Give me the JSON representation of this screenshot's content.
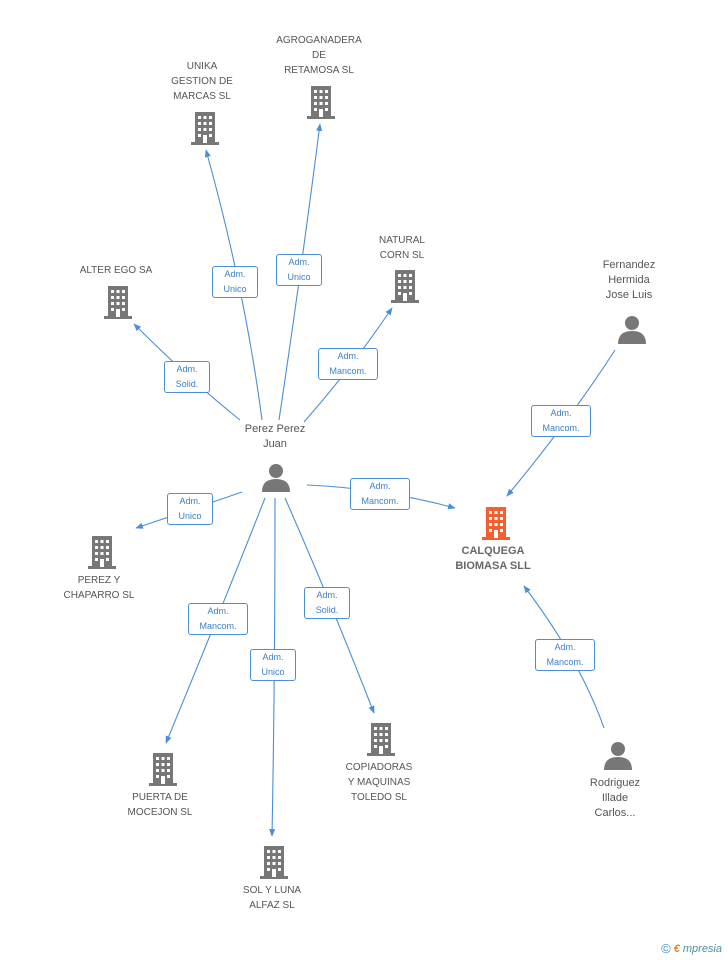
{
  "colors": {
    "edge": "#4a8fd6",
    "building": "#777777",
    "focus_building": "#f06030",
    "person": "#777777"
  },
  "nodes": {
    "unika": "UNIKA\nGESTION DE\nMARCAS SL",
    "agroganadera": "AGROGANADERA\nDE\nRETAMOSA SL",
    "alter_ego": "ALTER EGO SA",
    "natural_corn": "NATURAL\nCORN SL",
    "fernandez": "Fernandez\nHermida\nJose Luis",
    "perez_juan": "Perez Perez\nJuan",
    "calquega": "CALQUEGA\nBIOMASA SLL",
    "perez_chaparro": "PEREZ Y\nCHAPARRO SL",
    "copiadoras": "COPIADORAS\nY MAQUINAS\nTOLEDO SL",
    "puerta": "PUERTA DE\nMOCEJON SL",
    "rodriguez": "Rodriguez\nIllade\nCarlos...",
    "sol_luna": "SOL Y LUNA\nALFAZ SL"
  },
  "edges": {
    "unika": "Adm.\nUnico",
    "agroganadera": "Adm.\nUnico",
    "alter_ego": "Adm.\nSolid.",
    "natural_corn": "Adm.\nMancom.",
    "fernandez": "Adm.\nMancom.",
    "calquega": "Adm.\nMancom.",
    "perez_chaparro": "Adm.\nUnico",
    "puerta": "Adm.\nMancom.",
    "sol_luna": "Adm.\nUnico",
    "copiadoras": "Adm.\nSolid.",
    "rodriguez": "Adm.\nMancom."
  },
  "footer": {
    "copyright": "©",
    "brand_initial": "€",
    "brand_rest": "mpresia"
  }
}
